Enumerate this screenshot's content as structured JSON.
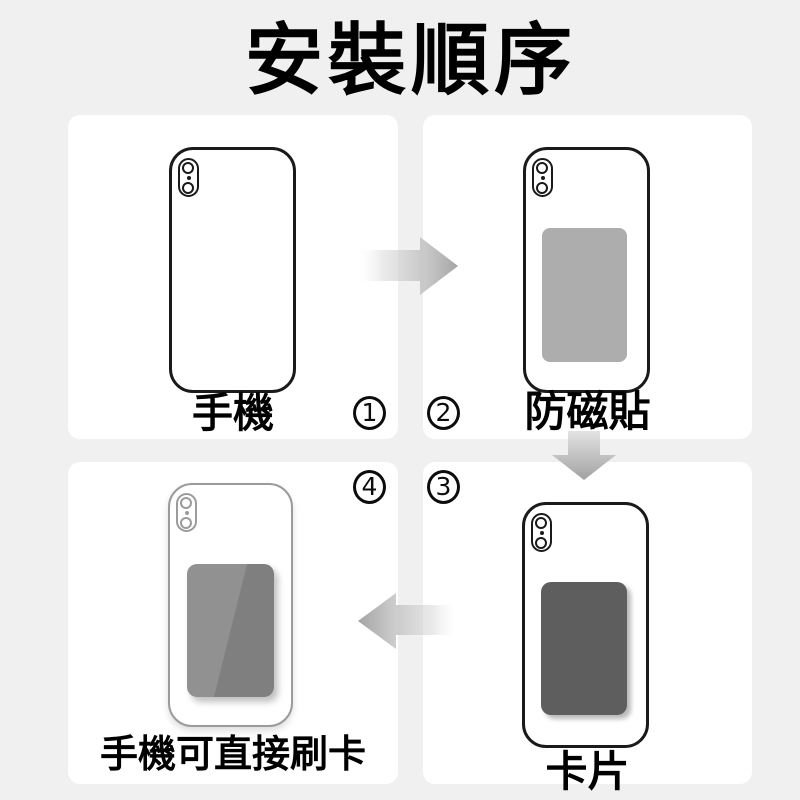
{
  "title": "安裝順序",
  "steps": [
    {
      "number": "1",
      "label": "手機"
    },
    {
      "number": "2",
      "label": "防磁貼"
    },
    {
      "number": "3",
      "label": "卡片"
    },
    {
      "number": "4",
      "label": "手機可直接刷卡"
    }
  ],
  "icons": {
    "arrow_right": "arrow pointing right from step 1 to step 2",
    "arrow_down": "arrow pointing down from step 2 to step 3",
    "arrow_left": "arrow pointing left from step 3 to step 4",
    "camera": "dual-lens phone camera module"
  },
  "colors": {
    "background": "#f0f0f0",
    "panel": "#ffffff",
    "outline": "#1a1a1a",
    "ghost_outline": "#9b9b9b",
    "magnet_sticker": "#adadad",
    "card": "#5e5e5e",
    "card_reflective_light": "#919191",
    "card_reflective_dark": "#7f7f7f",
    "arrow": "#a4a4a4",
    "text": "#000000"
  }
}
